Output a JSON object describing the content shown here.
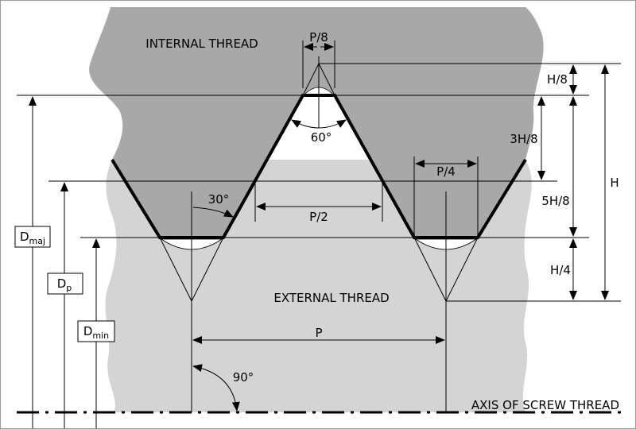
{
  "colors": {
    "internal_region": "#a8a8a8",
    "external_region": "#d4d4d4",
    "line": "#000000",
    "background": "#ffffff"
  },
  "regions": {
    "internal": "INTERNAL THREAD",
    "external": "EXTERNAL THREAD",
    "axis": "AXIS OF SCREW THREAD"
  },
  "dimensions": {
    "p_8": "P/8",
    "p_4": "P/4",
    "p_2": "P/2",
    "p": "P",
    "h_8": "H/8",
    "three_h_8": "3H/8",
    "five_h_8": "5H/8",
    "h_4": "H/4",
    "h": "H"
  },
  "angles": {
    "sixty": "60°",
    "thirty": "30°",
    "ninety": "90°"
  },
  "diameters": {
    "major": {
      "base": "D",
      "sub": "maj"
    },
    "pitch": {
      "base": "D",
      "sub": "p"
    },
    "minor": {
      "base": "D",
      "sub": "min"
    }
  }
}
